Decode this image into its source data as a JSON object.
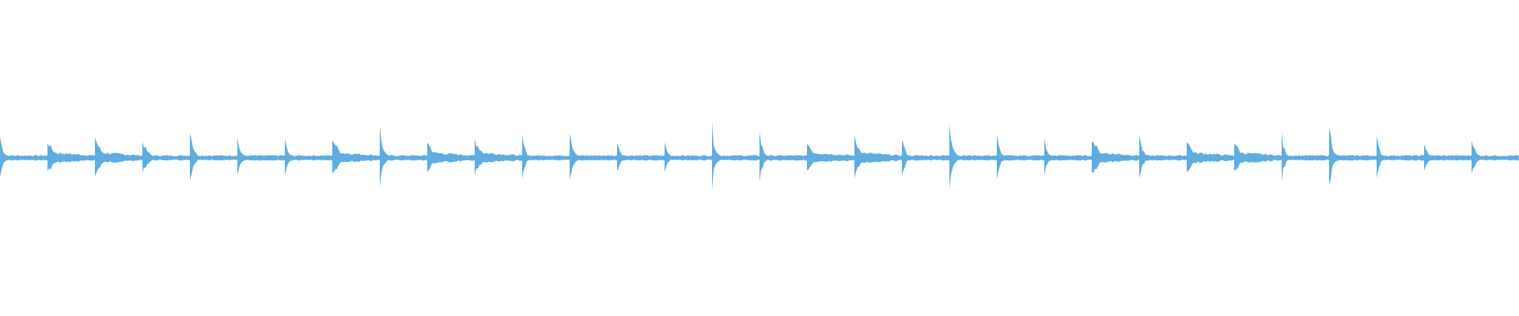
{
  "waveform": {
    "color": "#5DADE2",
    "background": "#ffffff",
    "beats": [
      {
        "amp": 0.55
      },
      {
        "amp": 0.45,
        "sustain": 0.7
      },
      {
        "amp": 0.55,
        "sustain": 0.6
      },
      {
        "amp": 0.45,
        "sustain": 0.5
      },
      {
        "amp": 0.85
      },
      {
        "amp": 0.5
      },
      {
        "amp": 0.45
      },
      {
        "amp": 0.55,
        "sustain": 0.7
      },
      {
        "amp": 0.75
      },
      {
        "amp": 0.45,
        "sustain": 0.6
      },
      {
        "amp": 0.5,
        "sustain": 0.7
      },
      {
        "amp": 0.55
      },
      {
        "amp": 0.8
      },
      {
        "amp": 0.5
      },
      {
        "amp": 0.4
      },
      {
        "amp": 0.75
      },
      {
        "amp": 0.65
      },
      {
        "amp": 0.45,
        "sustain": 0.6
      },
      {
        "amp": 0.5,
        "sustain": 0.7
      },
      {
        "amp": 0.55
      },
      {
        "amp": 1.0
      },
      {
        "amp": 0.55
      },
      {
        "amp": 0.45
      },
      {
        "amp": 0.55,
        "sustain": 0.7
      },
      {
        "amp": 0.6
      },
      {
        "amp": 0.5,
        "sustain": 0.6
      },
      {
        "amp": 0.45,
        "sustain": 0.6
      },
      {
        "amp": 0.55
      },
      {
        "amp": 0.9
      },
      {
        "amp": 0.5
      },
      {
        "amp": 0.45
      },
      {
        "amp": 0.6
      }
    ]
  }
}
